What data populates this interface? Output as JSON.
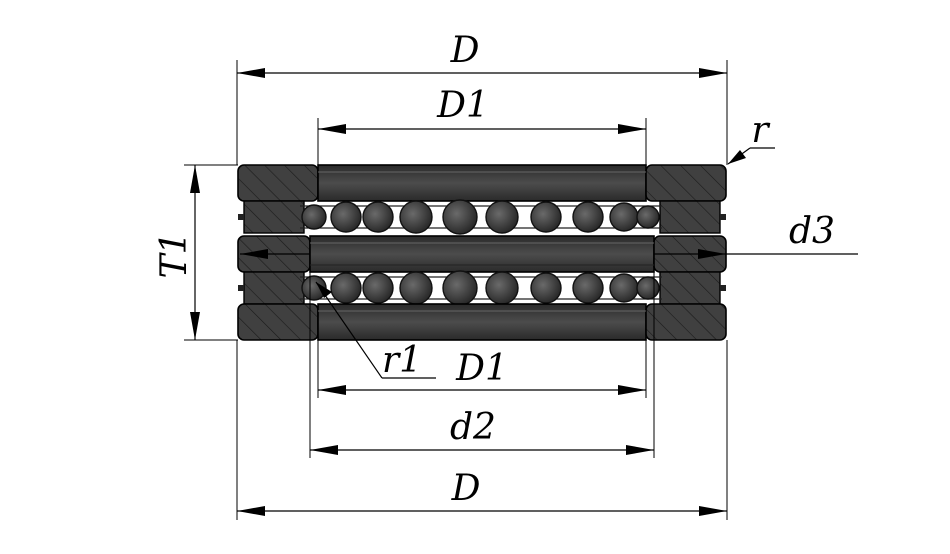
{
  "labels": {
    "D_top": "D",
    "D1_top": "D1",
    "r": "r",
    "d3": "d3",
    "T1": "T1",
    "r1": "r1",
    "D1_bottom": "D1",
    "d2": "d2",
    "D_bottom": "D"
  },
  "colors": {
    "line": "#000000",
    "ring": "#3a3a3a",
    "ball": "#555555",
    "background": "#ffffff"
  }
}
